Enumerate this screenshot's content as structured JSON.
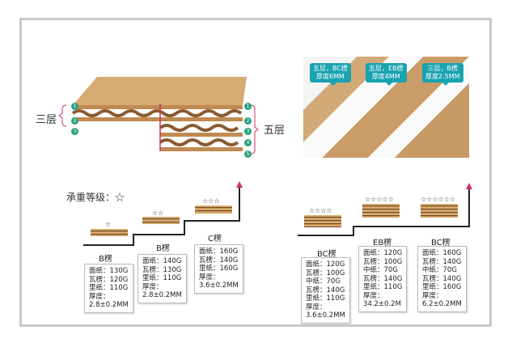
{
  "diagram": {
    "three_layer": "三层",
    "five_layer": "五层",
    "markers": [
      "1",
      "2",
      "3",
      "1",
      "2",
      "3",
      "4",
      "5"
    ]
  },
  "photo_tags": [
    {
      "line1": "五层，BC楞",
      "line2": "厚度6MM"
    },
    {
      "line1": "五层，EB楞",
      "line2": "厚度4MM"
    },
    {
      "line1": "三层，B楞",
      "line2": "厚度2.5MM"
    }
  ],
  "load_label": "承重等级：☆",
  "three_layer": [
    {
      "stars": "☆",
      "name": "B楞",
      "specs": [
        "面纸：130G",
        "瓦楞：120G",
        "里纸：110G",
        "厚度：",
        "2.8±0.2MM"
      ]
    },
    {
      "stars": "☆☆",
      "name": "B楞",
      "specs": [
        "面纸：140G",
        "瓦楞：130G",
        "里纸：110G",
        "厚度：",
        "2.8±0.2MM"
      ]
    },
    {
      "stars": "☆☆☆",
      "name": "C楞",
      "specs": [
        "面纸：160G",
        "瓦楞：140G",
        "里纸：160G",
        "厚度：",
        "3.6±0.2MM"
      ]
    }
  ],
  "five_layer": [
    {
      "stars": "☆☆☆☆",
      "name": "BC楞",
      "specs": [
        "面纸：120G",
        "瓦楞：100G",
        "中纸：70G",
        "瓦楞：140G",
        "里纸：110G",
        "厚度：",
        "3.6±0.2MM"
      ]
    },
    {
      "stars": "☆☆☆☆☆",
      "name": "EB楞",
      "specs": [
        "面纸：120G",
        "瓦楞：100G",
        "中纸：70G",
        "瓦楞：140G",
        "里纸：110G",
        "厚度：",
        "34.2±0.2M"
      ]
    },
    {
      "stars": "☆☆☆☆☆☆",
      "name": "BC楞",
      "specs": [
        "面纸：160G",
        "瓦楞：140G",
        "中纸：70G",
        "瓦楞：140G",
        "里纸：160G",
        "厚度：",
        "6.2±0.2MM"
      ]
    }
  ],
  "colors": {
    "accent": "#1aa3b0",
    "marker": "#2aa080",
    "bracket": "#d0306a",
    "arrow": "#d0306a"
  }
}
